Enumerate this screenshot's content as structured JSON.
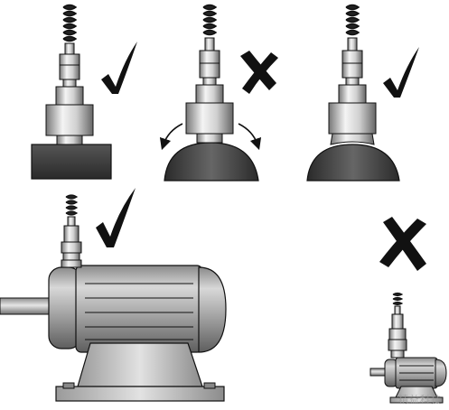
{
  "figure": {
    "panels": [
      {
        "id": "sensor-on-flat-block",
        "verdict": "correct"
      },
      {
        "id": "sensor-on-curved-surface-rocking",
        "verdict": "incorrect"
      },
      {
        "id": "sensor-on-curved-surface-with-adapter",
        "verdict": "correct"
      },
      {
        "id": "sensor-on-large-motor",
        "verdict": "correct"
      },
      {
        "id": "sensor-on-small-motor",
        "verdict": "incorrect"
      }
    ],
    "icons": {
      "correct": "check-mark-icon",
      "incorrect": "cross-mark-icon",
      "rocking": "curved-arrow-icon"
    },
    "colors": {
      "line": "#111111",
      "dark_fill": "#3a3a3a",
      "metal_light": "#efefef",
      "metal_mid": "#b5b5b5",
      "metal_dark": "#6e6e6e"
    },
    "watermark": "精益科技"
  }
}
